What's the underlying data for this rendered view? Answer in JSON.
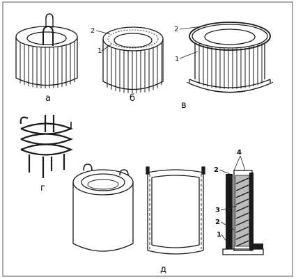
{
  "figure": {
    "panels": {
      "a": {
        "label": "а"
      },
      "b": {
        "label": "б",
        "callouts": [
          "2",
          "1"
        ]
      },
      "v": {
        "label": "в",
        "callouts": [
          "2",
          "1"
        ]
      },
      "g": {
        "label": "г"
      },
      "d": {
        "label": "д",
        "callouts": [
          "4",
          "2",
          "3",
          "2",
          "1"
        ]
      }
    }
  },
  "colors": {
    "ink": "#1a1a1a",
    "paper": "#ffffff",
    "frame": "#555555"
  }
}
